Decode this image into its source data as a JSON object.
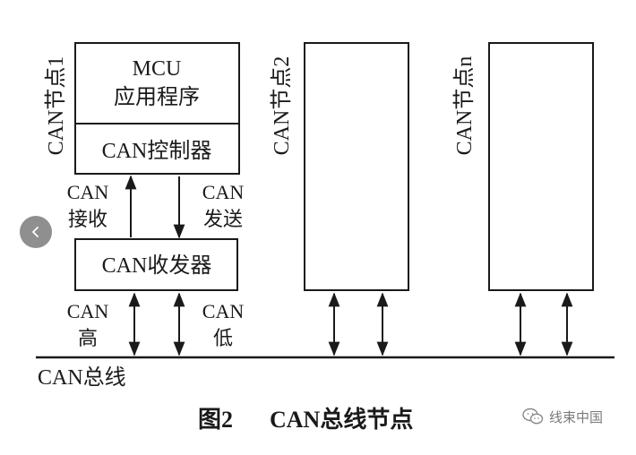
{
  "node1": {
    "label": "CAN节点1",
    "app_line1": "MCU",
    "app_line2": "应用程序",
    "controller": "CAN控制器",
    "transceiver": "CAN收发器",
    "rx_line1": "CAN",
    "rx_line2": "接收",
    "tx_line1": "CAN",
    "tx_line2": "发送",
    "high_line1": "CAN",
    "high_line2": "高",
    "low_line1": "CAN",
    "low_line2": "低"
  },
  "node2": {
    "label": "CAN节点2"
  },
  "noden": {
    "label": "CAN节点n"
  },
  "bus": {
    "label": "CAN总线"
  },
  "caption": {
    "figure": "图2",
    "title": "CAN总线节点"
  },
  "watermark": {
    "text": "线束中国",
    "icon": "wechat-icon"
  },
  "nav": {
    "prev_icon": "chevron-left-icon"
  }
}
